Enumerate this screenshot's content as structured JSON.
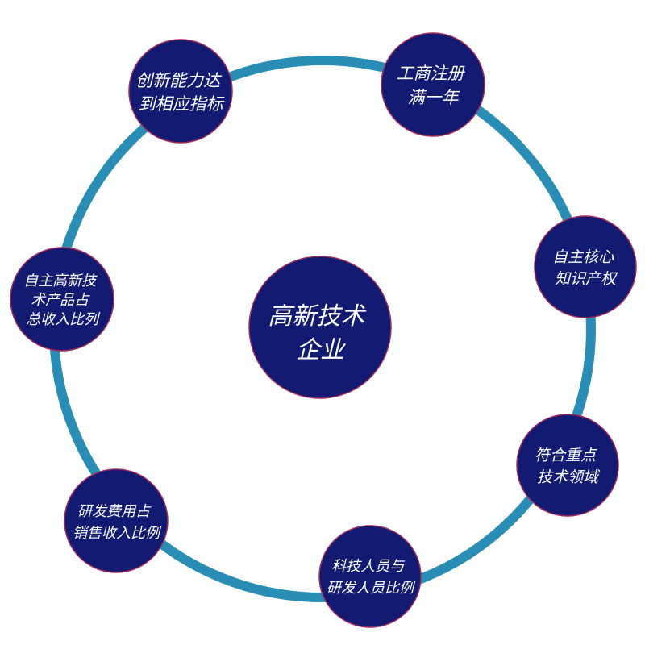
{
  "center": {
    "lines": [
      "高新技术",
      "企业"
    ]
  },
  "nodes": [
    {
      "lines": [
        "创新能力达",
        "到相应指标"
      ]
    },
    {
      "lines": [
        "工商注册",
        "满一年"
      ]
    },
    {
      "lines": [
        "自主核心",
        "知识产权"
      ]
    },
    {
      "lines": [
        "符合重点",
        "技术领域"
      ]
    },
    {
      "lines": [
        "科技人员与",
        "研发人员比例"
      ]
    },
    {
      "lines": [
        "研发费用占",
        "销售收入比例"
      ]
    },
    {
      "lines": [
        "自主高新技",
        "术产品占",
        "总收入比列"
      ]
    }
  ],
  "colors": {
    "ring": "#2a8db5",
    "node_fill": "#121a72",
    "node_stroke": "#9c2a5a",
    "text": "#ffffff"
  }
}
